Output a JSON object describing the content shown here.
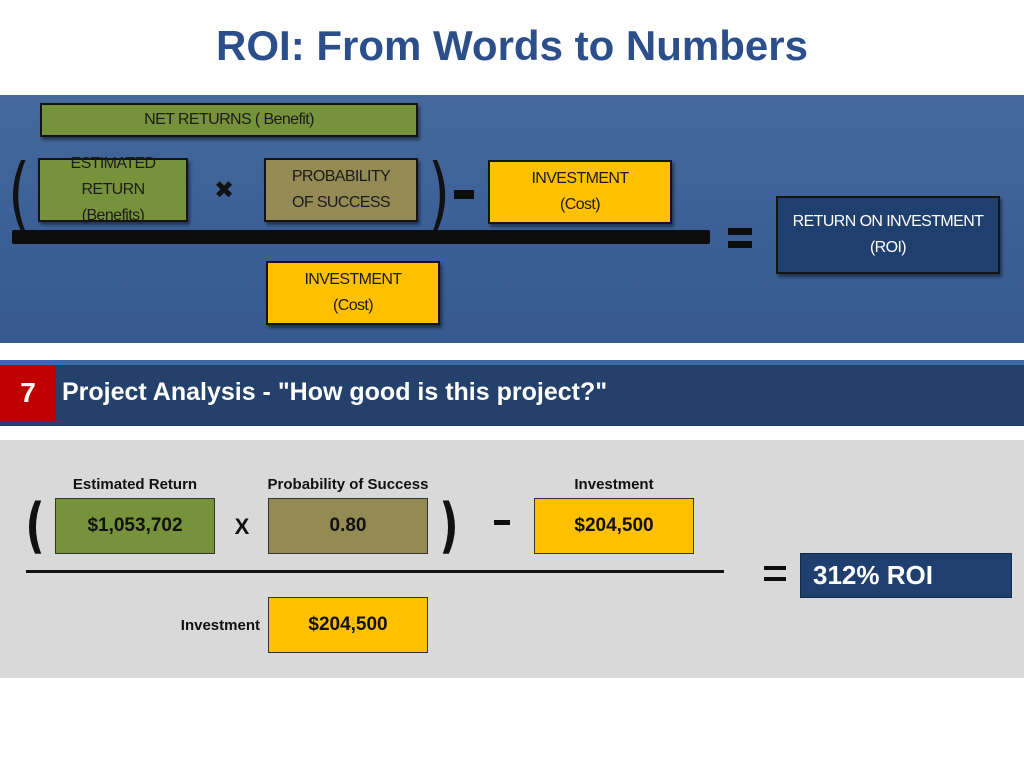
{
  "title": "ROI: From Words to Numbers",
  "formula": {
    "net_returns": "NET RETURNS ( Benefit)",
    "estimated_return": [
      "ESTIMATED RETURN",
      "(Benefits)"
    ],
    "multiply_symbol": "✖",
    "probability": [
      "PROBABILITY",
      "OF SUCCESS"
    ],
    "minus_symbol": "-",
    "investment_top": [
      "INVESTMENT",
      "(Cost)"
    ],
    "equals_symbol": "=",
    "result": "RETURN ON  INVESTMENT (ROI)",
    "investment_bottom": [
      "INVESTMENT",
      "(Cost)"
    ],
    "open_paren": "(",
    "close_paren": ")"
  },
  "analysis": {
    "section_number": "7",
    "section_title": "Project Analysis - \"How good is this project?\"",
    "label_estimated_return": "Estimated Return",
    "label_probability": "Probability of Success",
    "label_investment": "Investment",
    "estimated_return": "$1,053,702",
    "times_symbol": "X",
    "probability": "0.80",
    "minus_symbol": "-",
    "investment_top": "$204,500",
    "equals_symbol": "=",
    "result": "312%  ROI",
    "label_investment_bottom": "Investment",
    "investment_bottom": "$204,500",
    "open_paren": "(",
    "close_paren": ")"
  },
  "colors": {
    "title": "#2c4f8c",
    "green": "#76933c",
    "olive": "#948a54",
    "yellow": "#ffc000",
    "navy": "#1f3f6e",
    "red_badge": "#c00000"
  }
}
